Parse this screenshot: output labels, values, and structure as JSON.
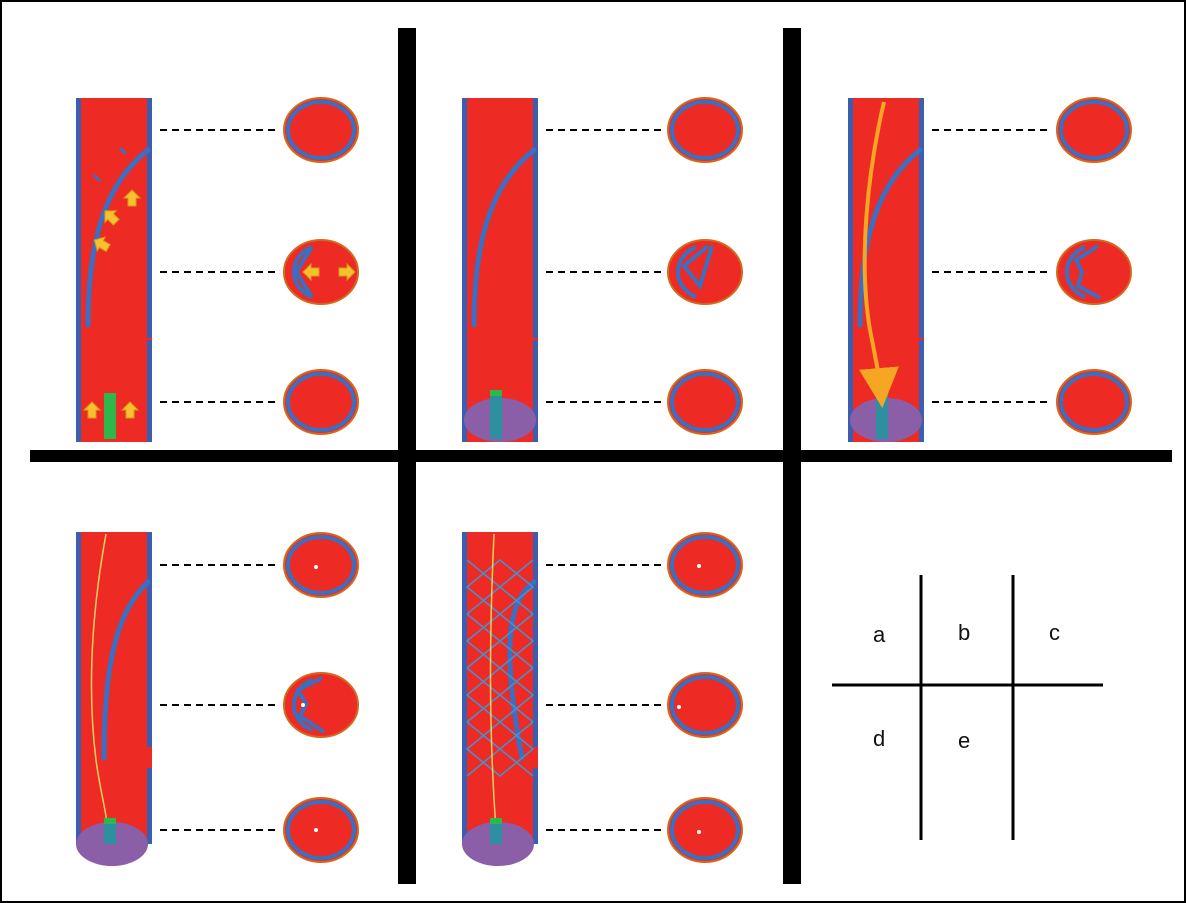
{
  "figure": {
    "panels": [
      {
        "id": "a",
        "device": "catheter",
        "guidewire": false,
        "balloon": false,
        "stent": false,
        "arrows": true
      },
      {
        "id": "b",
        "device": "occlusion-balloon",
        "guidewire": false,
        "balloon": true,
        "stent": false,
        "arrows": false
      },
      {
        "id": "c",
        "device": "occlusion-balloon",
        "guidewire": false,
        "balloon": true,
        "stent": false,
        "arrows": false,
        "contrast_flow": true
      },
      {
        "id": "d",
        "device": "occlusion-balloon",
        "guidewire": true,
        "balloon": true,
        "stent": false,
        "arrows": false
      },
      {
        "id": "e",
        "device": "occlusion-balloon",
        "guidewire": true,
        "balloon": true,
        "stent": true,
        "arrows": false
      }
    ],
    "legend": {
      "letters": [
        "a",
        "b",
        "c",
        "d",
        "e"
      ]
    },
    "colors": {
      "lumen": "#ee2a24",
      "vessel_wall": "#3a5fb0",
      "flap": "#3a6fc2",
      "arrow": "#f5c130",
      "catheter": "#2fb84a",
      "balloon": "#8a5fa8",
      "guidewire": "#f0d060",
      "stent": "#4a90c8",
      "divider": "#000000"
    }
  }
}
